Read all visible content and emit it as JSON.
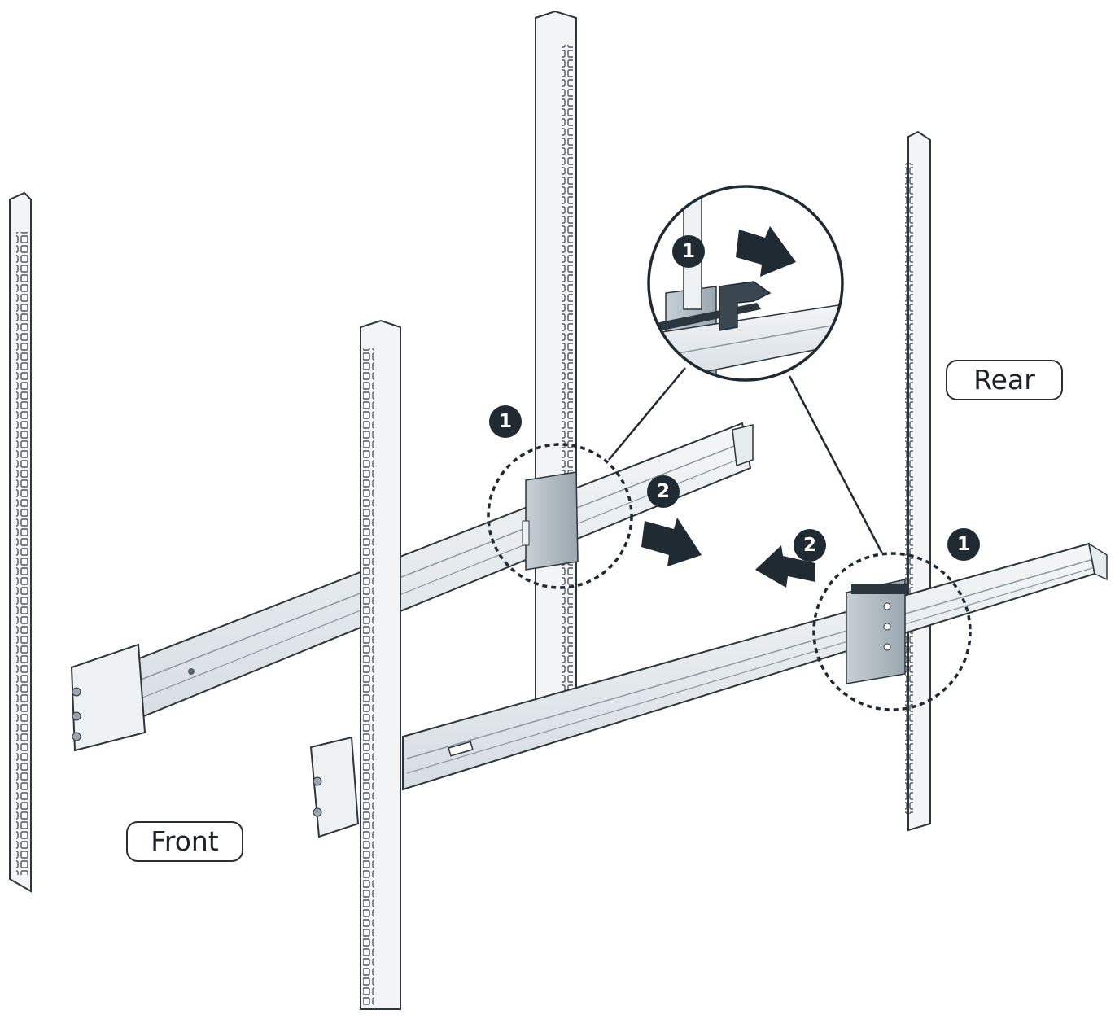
{
  "labels": {
    "front": "Front",
    "rear": "Rear"
  },
  "callouts": {
    "step1": "1",
    "step2": "2"
  },
  "icons": [
    "arrow-right-icon",
    "arrow-left-icon",
    "zoom-magnifier-circle"
  ],
  "colors": {
    "ink": "#1f2a33",
    "metal_light": "#eef1f3",
    "metal_mid": "#c9d2d8",
    "metal_dark": "#8f9aa3",
    "bracket": "#aeb8c0"
  }
}
